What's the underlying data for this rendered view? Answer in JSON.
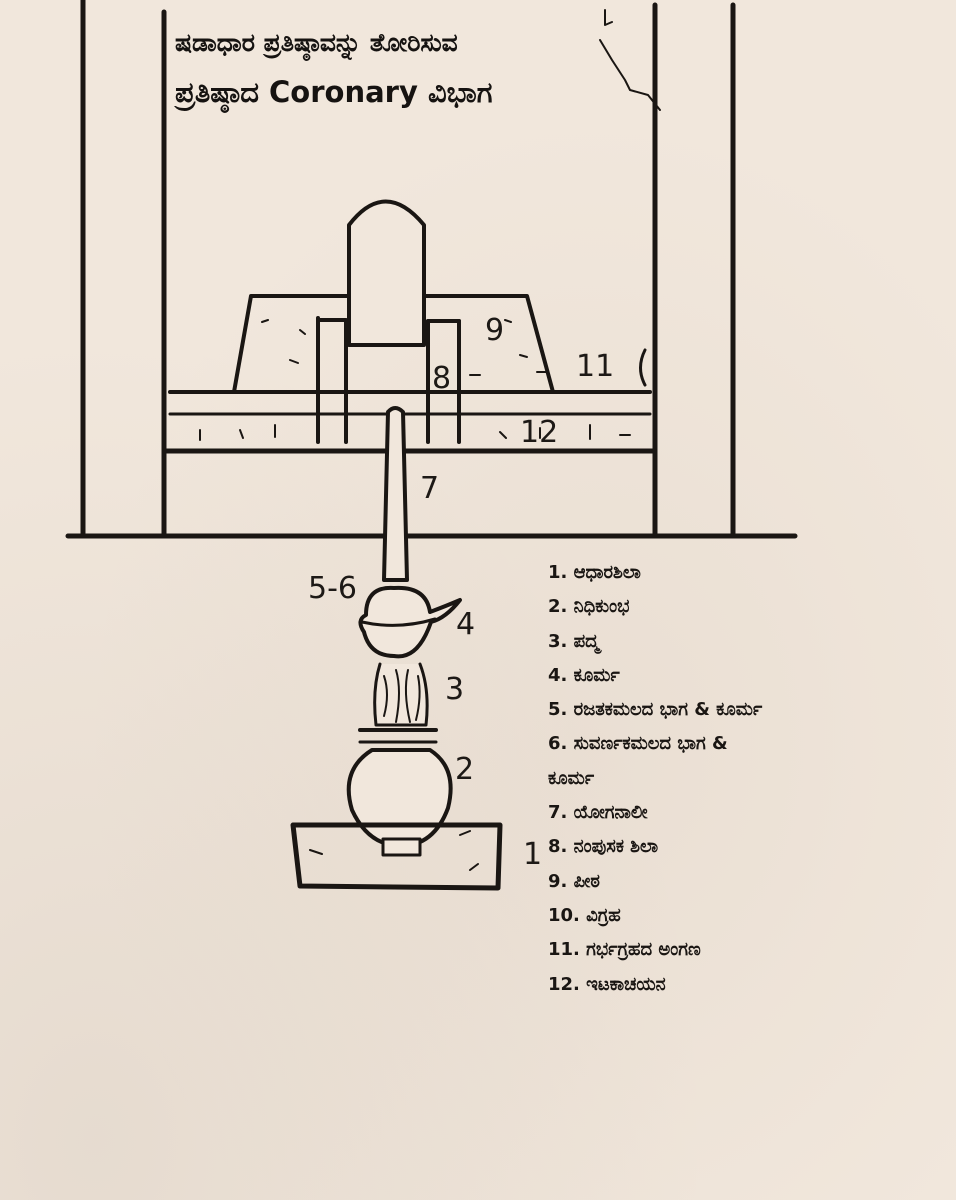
{
  "title": {
    "line1": "ಷಡಾಧಾರ ಪ್ರತಿಷ್ಠಾವನ್ನು ತೋರಿಸುವ",
    "line2": "ಪ್ರತಿಷ್ಠಾದ Coronary ವಿಭಾಗ"
  },
  "part_labels": {
    "l1": "1",
    "l2": "2",
    "l3": "3",
    "l4": "4",
    "l56": "5-6",
    "l7": "7",
    "l8": "8",
    "l9": "9",
    "l11": "11",
    "l12": "12"
  },
  "legend": [
    "1. ಆಧಾರಶಿಲಾ",
    "2. ನಿಧಿಕುಂಭ",
    "3. ಪದ್ಮ",
    "4. ಕೂರ್ಮ",
    "5. ರಜತಕಮಲದ ಭಾಗ & ಕೂರ್ಮ",
    "6. ಸುವರ್ಣಕಮಲದ ಭಾಗ &",
    "ಕೂರ್ಮ",
    "7. ಯೋಗನಾಲೀ",
    "8. ನಂಪುಸಕ ಶಿಲಾ",
    "9. ಪೀಠ",
    "10. ವಿಗ್ರಹ",
    "11. ಗರ್ಭಗ್ರಹದ ಅಂಗಣ",
    "12. ಇಟಕಾಚಯನ"
  ]
}
